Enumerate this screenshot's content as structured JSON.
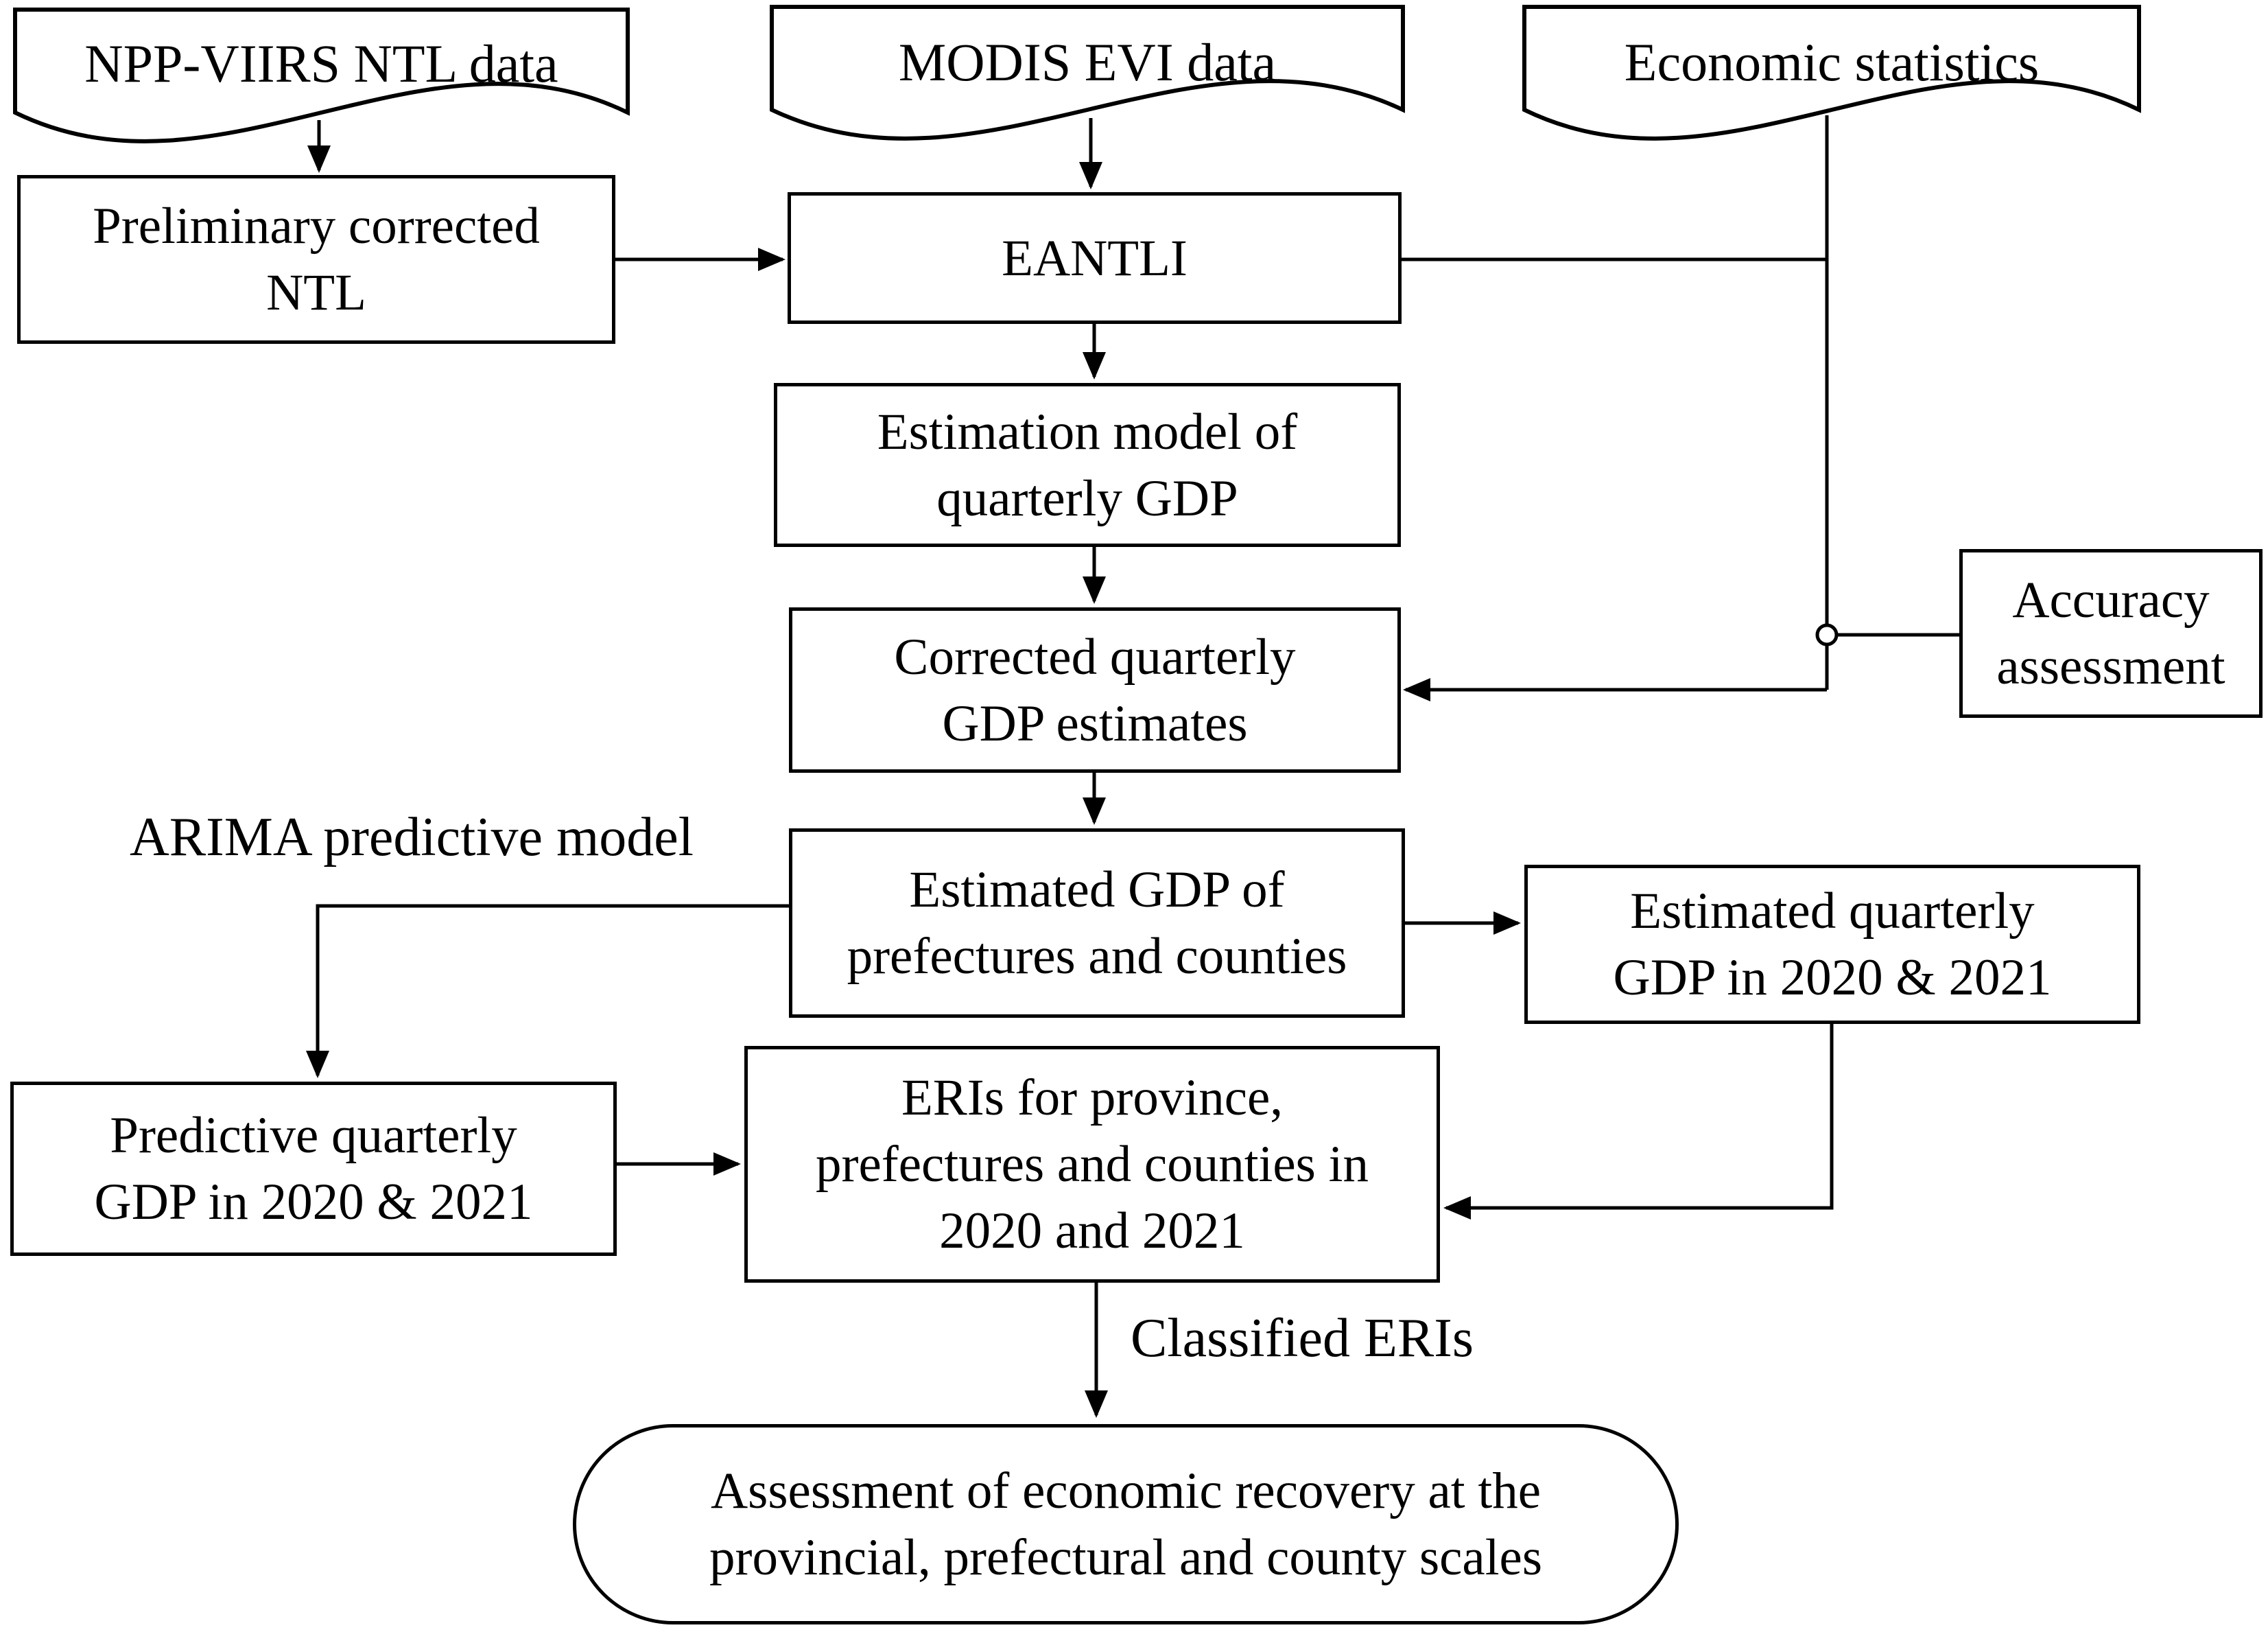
{
  "diagram": {
    "background_color": "#ffffff",
    "line_color": "#000000",
    "box_fill_color": "#ffffff",
    "nodes": {
      "npp": {
        "shape": "tape",
        "lines": [
          "NPP-VIIRS NTL data"
        ]
      },
      "modis": {
        "shape": "tape",
        "lines": [
          "MODIS EVI data"
        ]
      },
      "economic": {
        "shape": "tape",
        "lines": [
          "Economic statistics"
        ]
      },
      "preliminary": {
        "shape": "rect",
        "lines": [
          "Preliminary corrected",
          "NTL"
        ]
      },
      "eantli": {
        "shape": "rect",
        "lines": [
          "EANTLI"
        ]
      },
      "estimation": {
        "shape": "rect",
        "lines": [
          "Estimation model of",
          "quarterly GDP"
        ]
      },
      "corrected": {
        "shape": "rect",
        "lines": [
          "Corrected quarterly",
          "GDP estimates"
        ]
      },
      "accuracy": {
        "shape": "rect",
        "lines": [
          "Accuracy",
          "assessment"
        ]
      },
      "estimated_gdp": {
        "shape": "rect",
        "lines": [
          "Estimated GDP of",
          "prefectures and counties"
        ]
      },
      "estimated_quarterly": {
        "shape": "rect",
        "lines": [
          "Estimated quarterly",
          "GDP in 2020 & 2021"
        ]
      },
      "predictive": {
        "shape": "rect",
        "lines": [
          "Predictive quarterly",
          "GDP in 2020 & 2021"
        ]
      },
      "eris": {
        "shape": "rect",
        "lines": [
          "ERIs for province,",
          "prefectures and counties in",
          "2020 and 2021"
        ]
      },
      "assessment": {
        "shape": "stadium",
        "lines": [
          "Assessment of economic recovery at the",
          "provincial, prefectural and county scales"
        ]
      }
    },
    "labels": {
      "arima": "ARIMA predictive model",
      "classified": "Classified ERIs"
    }
  }
}
